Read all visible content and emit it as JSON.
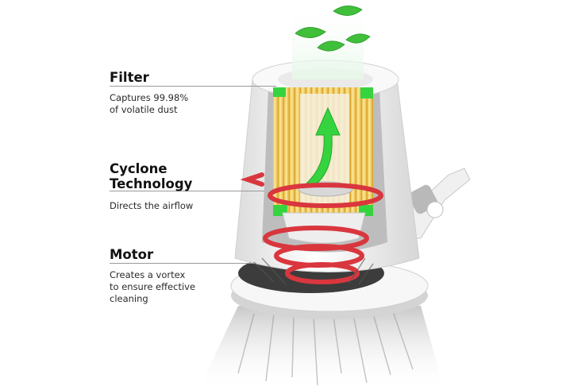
{
  "callouts": [
    {
      "title": "Filter",
      "desc": [
        "Captures 99.98%",
        "of volatile dust"
      ]
    },
    {
      "title": "Cyclone Technology",
      "title_lines": [
        "Cyclone",
        "Technology"
      ],
      "desc": [
        "Directs the airflow"
      ]
    },
    {
      "title": "Motor",
      "desc": [
        "Creates a vortex",
        "to ensure effective",
        "cleaning"
      ]
    }
  ],
  "colors": {
    "filter_pleats": "#f2cc55",
    "airflow_arrow": "#35d43f",
    "cyclone_coil": "#d9363e",
    "housing": "#f4f4f4",
    "leader_line": "#9a9a9a"
  },
  "icons": [
    "leaf-icon",
    "airflow-arrow-icon",
    "cyclone-coil-icon"
  ]
}
